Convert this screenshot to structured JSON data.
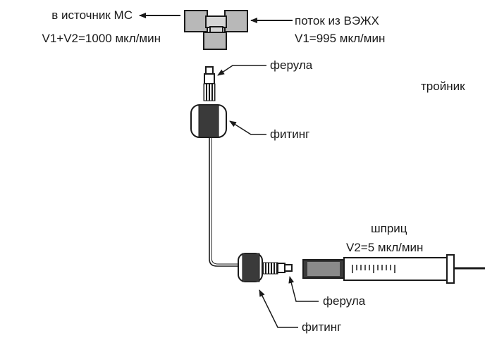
{
  "labels": {
    "to_ms": "в источник МС",
    "to_ms_flow": "V1+V2=1000 мкл/мин",
    "from_hplc": "поток из ВЭЖХ",
    "from_hplc_flow": "V1=995 мкл/мин",
    "tee": "тройник",
    "ferrule_top": "ферула",
    "fitting_top": "фитинг",
    "syringe": "шприц",
    "syringe_flow": "V2=5 мкл/мин",
    "ferrule_bottom": "ферула",
    "fitting_bottom": "фитинг"
  },
  "colors": {
    "line": "#1a1a1a",
    "part_fill": "#b8b8b8",
    "dark_fill": "#3a3a3a",
    "background": "#ffffff"
  }
}
